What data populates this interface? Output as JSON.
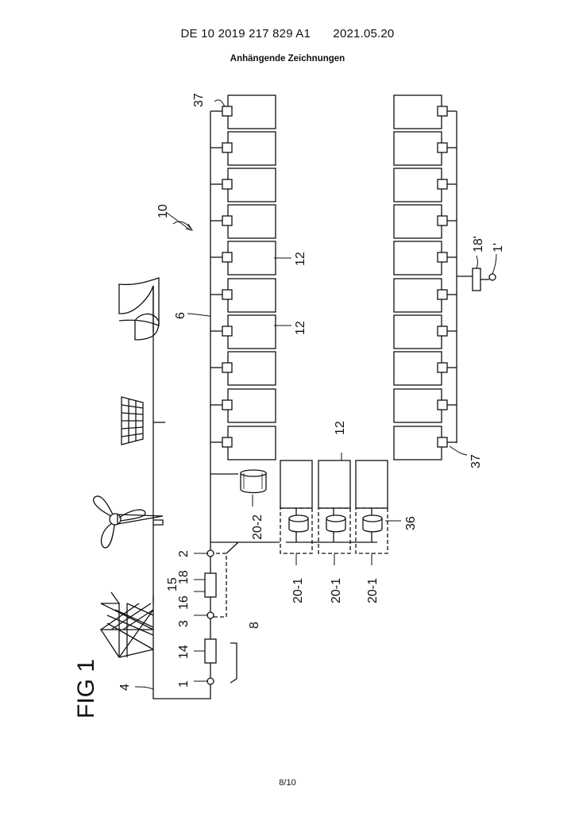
{
  "header": {
    "publication_number": "DE 10 2019 217 829 A1",
    "date": "2021.05.20",
    "subtitle": "Anhängende Zeichnungen"
  },
  "page_number": "8/10",
  "figure": {
    "title": "FIG 1",
    "ref_labels": {
      "r37_top": "37",
      "r37_bottom": "37",
      "r10": "10",
      "r6": "6",
      "r12_a": "12",
      "r12_b": "12",
      "r12_c": "12",
      "r18p": "18'",
      "r1p": "1'",
      "r20_2": "20-2",
      "r36": "36",
      "r20_1_a": "20-1",
      "r20_1_b": "20-1",
      "r20_1_c": "20-1",
      "r2": "2",
      "r18": "18",
      "r15": "15",
      "r16": "16",
      "r3": "3",
      "r14": "14",
      "r1": "1",
      "r4": "4",
      "r8": "8"
    },
    "icons": [
      "power-pylon-icon",
      "wind-turbine-icon",
      "solar-panel-icon",
      "cooling-tower-icon"
    ]
  }
}
